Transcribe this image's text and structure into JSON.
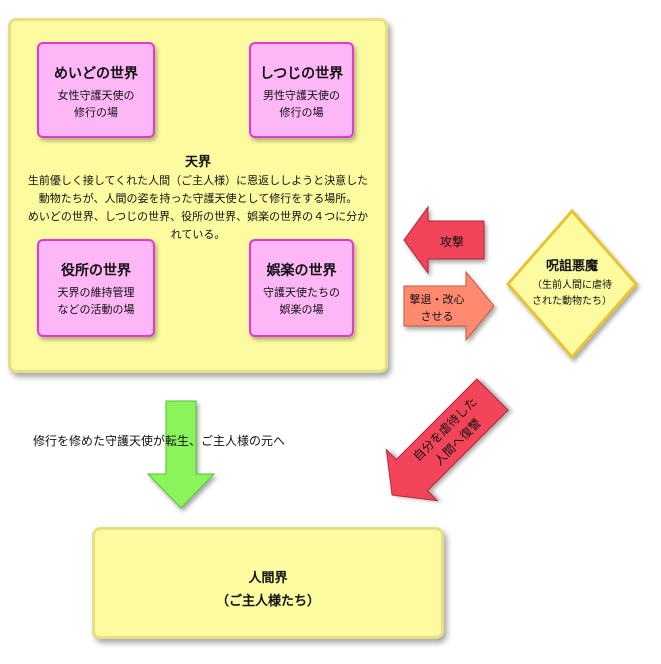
{
  "heaven": {
    "title": "天界",
    "description": "生前優しく接してくれた人間（ご主人様）に恩返ししようと決意した\n動物たちが、人間の姿を持った守護天使として修行をする場所。\nめいどの世界、しつじの世界、役所の世界、娯楽の世界の４つに分か\nれている。"
  },
  "worlds": [
    {
      "title": "めいどの世界",
      "desc": "女性守護天使の\n修行の場"
    },
    {
      "title": "しつじの世界",
      "desc": "男性守護天使の\n修行の場"
    },
    {
      "title": "役所の世界",
      "desc": "天界の維持管理\nなどの活動の場"
    },
    {
      "title": "娯楽の世界",
      "desc": "守護天使たちの\n娯楽の場"
    }
  ],
  "demon": {
    "title": "呪詛悪魔",
    "sub1": "（生前人間に虐待",
    "sub2": "された動物たち）"
  },
  "arrows": {
    "attack": "攻撃",
    "repel_line1": "撃退・改心",
    "repel_line2": "させる",
    "revenge_line1": "自分を虐待した",
    "revenge_line2": "人間へ復讐"
  },
  "reincarnate": "修行を修めた守護天使が転生、ご主人様の元へ",
  "human": {
    "title": "人間界",
    "sub": "（ご主人様たち）"
  },
  "colors": {
    "heaven_fill": "#fdfba0",
    "world_fill": "#fdb6f6",
    "world_border": "#e03ad2",
    "red_arrow": "#f2445a",
    "orange_arrow": "#ff8a70",
    "green_arrow": "#8af55a",
    "demon_fill": "#fdfba0"
  }
}
